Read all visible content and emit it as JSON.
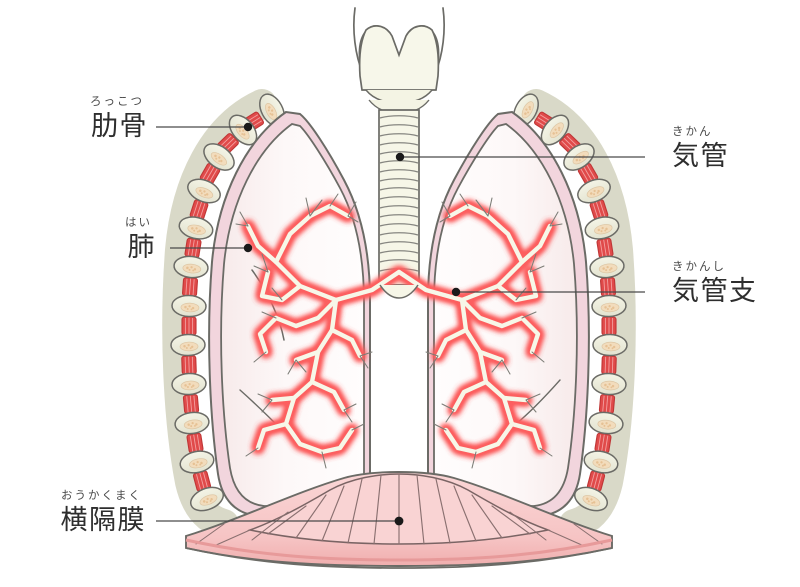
{
  "diagram": {
    "title": "呼吸器（肺・気管・気管支・横隔膜・肋骨）の解剖図",
    "background_color": "#ffffff"
  },
  "labels": [
    {
      "id": "ribs",
      "furigana": "ろっこつ",
      "kanji": "肋骨",
      "side": "left"
    },
    {
      "id": "lung",
      "furigana": "はい",
      "kanji": "肺",
      "side": "left"
    },
    {
      "id": "diaphragm",
      "furigana": "おうかくまく",
      "kanji": "横隔膜",
      "side": "left"
    },
    {
      "id": "trachea",
      "furigana": "きかん",
      "kanji": "気管",
      "side": "right"
    },
    {
      "id": "bronchus",
      "furigana": "きかんし",
      "kanji": "気管支",
      "side": "right"
    }
  ],
  "colors": {
    "outline": "#6b6b66",
    "outline_dark": "#55554f",
    "bone_fill": "#f2f2e3",
    "bone_fill_shade": "#e4e4d2",
    "marrow": "#f2dcbc",
    "marrow_dot": "#e8c79a",
    "intercostal_muscle": "#e04a4a",
    "intercostal_muscle_dark": "#c53b3b",
    "pleura_pink": "#f2d5dd",
    "pleura_pink_dark": "#e7bccb",
    "lung_fill": "#fdf7f7",
    "lung_fill_edge": "#f7eaea",
    "bronchi_glow": "#fc5f5f",
    "bronchi_glow_soft": "#ff8d8d",
    "bronchi_fill": "#f7f7e8",
    "diaphragm_fill": "#f8cfcf",
    "diaphragm_fill_dark": "#f2b3b3",
    "diaphragm_line": "#8a7070",
    "leader_line": "#4a4a4a",
    "leader_dot": "#1a1a1a",
    "label_text": "#2e2e2e",
    "furigana_text": "#4a4a4a"
  },
  "anatomy_parts": [
    {
      "name": "larynx",
      "label_ja": "喉頭（甲状軟骨）"
    },
    {
      "name": "trachea",
      "label_ja": "気管",
      "cartilage_rings": 19
    },
    {
      "name": "carina",
      "label_ja": "気管分岐部"
    },
    {
      "name": "left-lung",
      "label_ja": "左肺"
    },
    {
      "name": "right-lung",
      "label_ja": "右肺"
    },
    {
      "name": "bronchial-tree",
      "label_ja": "気管支樹"
    },
    {
      "name": "rib-cage",
      "label_ja": "肋骨（胸郭）"
    },
    {
      "name": "intercostal-muscles",
      "label_ja": "肋間筋"
    },
    {
      "name": "pleura",
      "label_ja": "胸膜"
    },
    {
      "name": "diaphragm",
      "label_ja": "横隔膜"
    }
  ]
}
